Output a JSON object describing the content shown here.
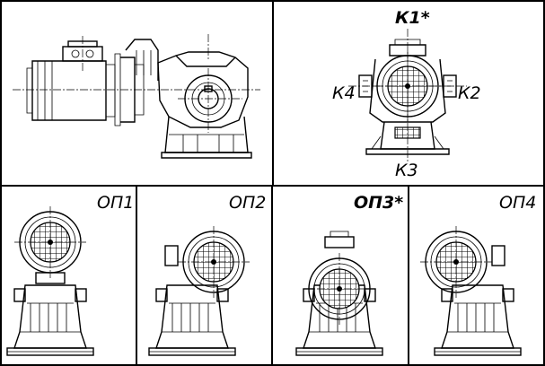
{
  "views": {
    "motor_side": {},
    "terminal_box": {
      "k1": "К1*",
      "k2": "К2",
      "k3": "К3",
      "k4": "К4"
    }
  },
  "mounting_positions": [
    {
      "id": "op1",
      "label": "ОП1",
      "emphasis": false
    },
    {
      "id": "op2",
      "label": "ОП2",
      "emphasis": false
    },
    {
      "id": "op3",
      "label": "ОП3*",
      "emphasis": true
    },
    {
      "id": "op4",
      "label": "ОП4",
      "emphasis": false
    }
  ]
}
